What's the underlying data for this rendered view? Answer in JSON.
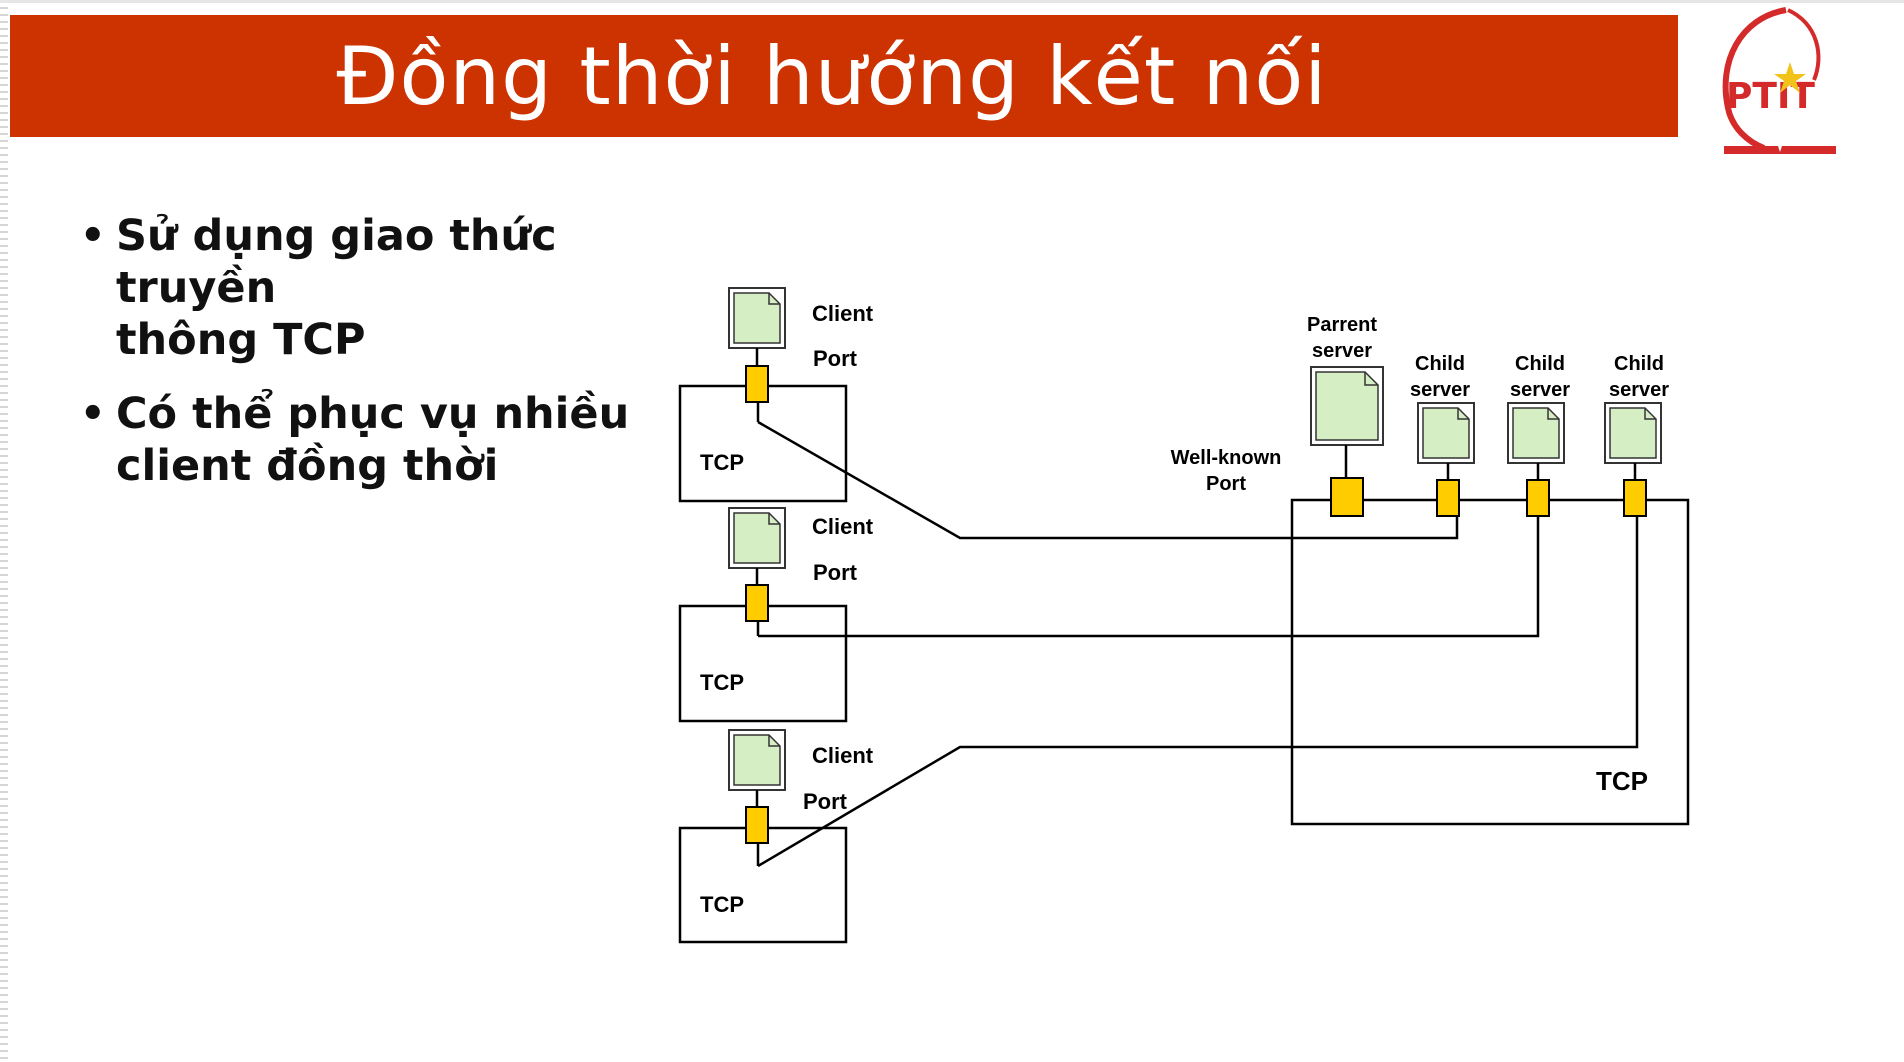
{
  "title": "Đồng thời hướng kết nối",
  "logo_text": "PTIT",
  "bullets": [
    {
      "line1": "Sử dụng giao thức truyền",
      "line2": "thông TCP"
    },
    {
      "line1": "Có thể phục vụ nhiều",
      "line2": "client đồng thời"
    }
  ],
  "diagram": {
    "clients": [
      {
        "client_label": "Client",
        "port_label": "Port",
        "tcp_label": "TCP"
      },
      {
        "client_label": "Client",
        "port_label": "Port",
        "tcp_label": "TCP"
      },
      {
        "client_label": "Client",
        "port_label": "Port",
        "tcp_label": "TCP"
      }
    ],
    "parent_server_label_1": "Parrent",
    "parent_server_label_2": "server",
    "child_servers": [
      {
        "label_1": "Child",
        "label_2": "server"
      },
      {
        "label_1": "Child",
        "label_2": "server"
      },
      {
        "label_1": "Child",
        "label_2": "server"
      }
    ],
    "well_known_1": "Well-known",
    "well_known_2": "Port",
    "server_tcp_label": "TCP"
  },
  "colors": {
    "title_bar": "#cc3300",
    "doc_fill": "#d6eec4",
    "port_fill": "#ffcc00",
    "logo_red": "#d42a2a",
    "logo_star": "#f2c21b"
  }
}
